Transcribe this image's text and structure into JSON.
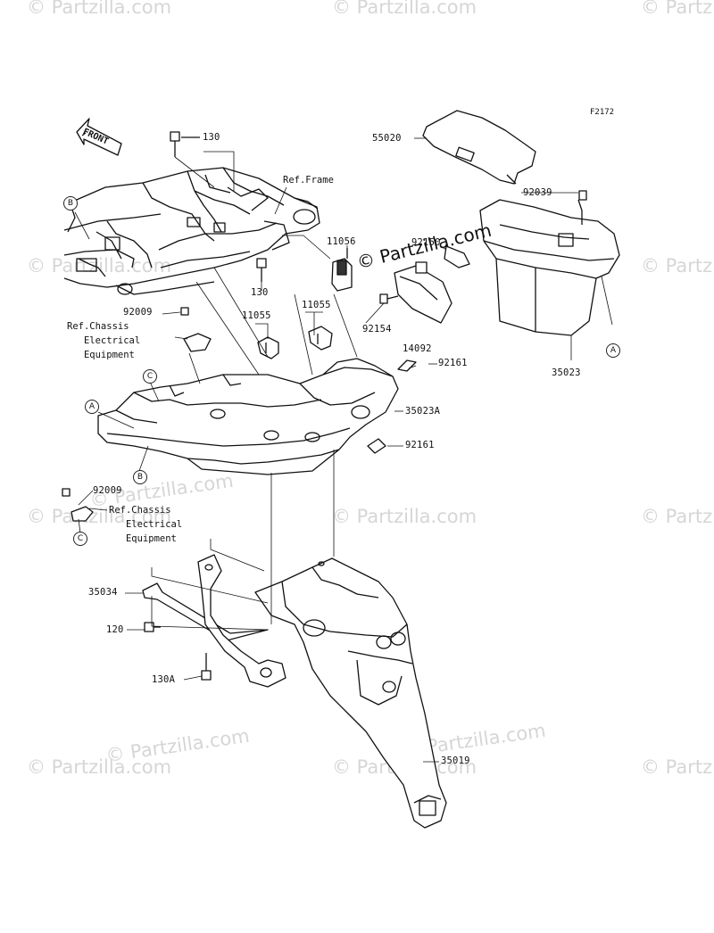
{
  "figure_number": "F2172",
  "watermark": "© Partzilla.com",
  "center_watermark": "© Partzilla.com",
  "front_arrow_label": "FRONT",
  "ref_frame": "Ref.Frame",
  "ref_chassis_1": "Ref.Chassis\n   Electrical\n   Equipment",
  "ref_chassis_2": "Ref.Chassis\n   Electrical\n   Equipment",
  "part_labels": {
    "p130_top": "130",
    "p130_mid": "130",
    "p55020": "55020",
    "p92039": "92039",
    "p11056": "11056",
    "p92150": "92150",
    "p11055_a": "11055",
    "p11055_b": "11055",
    "p92009_a": "92009",
    "p92154": "92154",
    "p14092": "14092",
    "p35023": "35023",
    "p92161_a": "92161",
    "p35023A": "35023A",
    "p92161_b": "92161",
    "p92009_b": "92009",
    "p35034": "35034",
    "p120": "120",
    "p130A": "130A",
    "p35019": "35019"
  },
  "callouts": {
    "a1": "A",
    "a2": "A",
    "b1": "B",
    "b2": "B",
    "c1": "C",
    "c2": "C"
  }
}
